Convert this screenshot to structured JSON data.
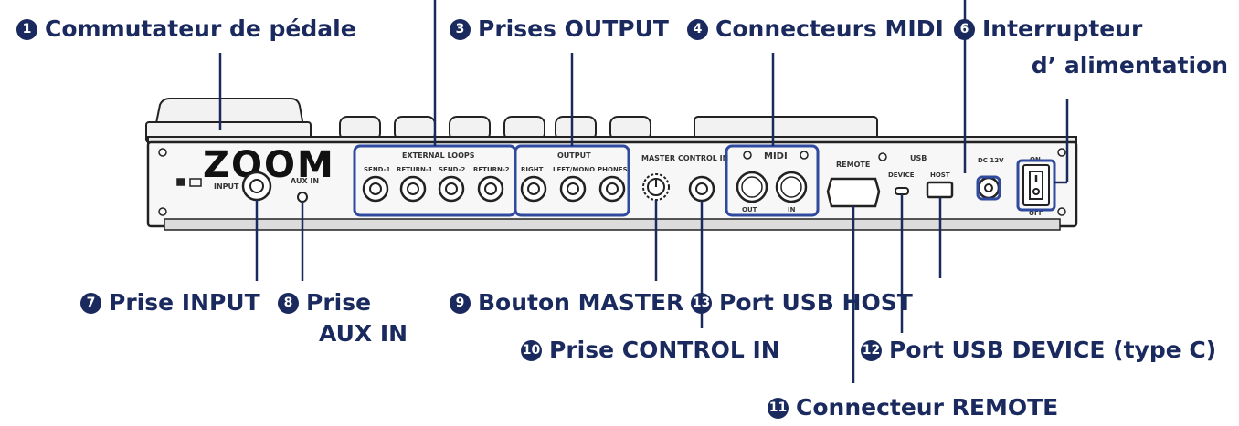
{
  "device": {
    "logo": "ZOOM",
    "panel_labels": {
      "input": "INPUT",
      "aux_in": "AUX IN",
      "external_loops": "EXTERNAL LOOPS",
      "send1": "SEND-1",
      "return1": "RETURN-1",
      "send2": "SEND-2",
      "return2": "RETURN-2",
      "output": "OUTPUT",
      "right": "RIGHT",
      "left_mono": "LEFT/MONO",
      "phones": "PHONES",
      "master": "MASTER",
      "control_in": "CONTROL IN",
      "midi": "MIDI",
      "midi_out": "OUT",
      "midi_in": "IN",
      "remote": "REMOTE",
      "usb": "USB",
      "device": "DEVICE",
      "host": "HOST",
      "dc": "DC 12V",
      "on": "ON",
      "off": "OFF"
    }
  },
  "callouts": {
    "c1": {
      "num": "1",
      "label": "Commutateur de pédale"
    },
    "c3": {
      "num": "3",
      "label": "Prises OUTPUT"
    },
    "c4": {
      "num": "4",
      "label": "Connecteurs MIDI"
    },
    "c6": {
      "num": "6",
      "label": "Interrupteur",
      "label2": "d’ alimentation"
    },
    "c7": {
      "num": "7",
      "label": "Prise INPUT"
    },
    "c8": {
      "num": "8",
      "label": "Prise",
      "label2": "AUX IN"
    },
    "c9": {
      "num": "9",
      "label": "Bouton MASTER"
    },
    "c13": {
      "num": "13",
      "label": "Port USB HOST"
    },
    "c10": {
      "num": "10",
      "label": "Prise CONTROL IN"
    },
    "c12": {
      "num": "12",
      "label": "Port USB DEVICE (type C)"
    },
    "c11": {
      "num": "11",
      "label": "Connecteur REMOTE"
    }
  },
  "colors": {
    "callout": "#1b2a5e",
    "highlight": "#2f4a9e",
    "device_line": "#222222"
  }
}
